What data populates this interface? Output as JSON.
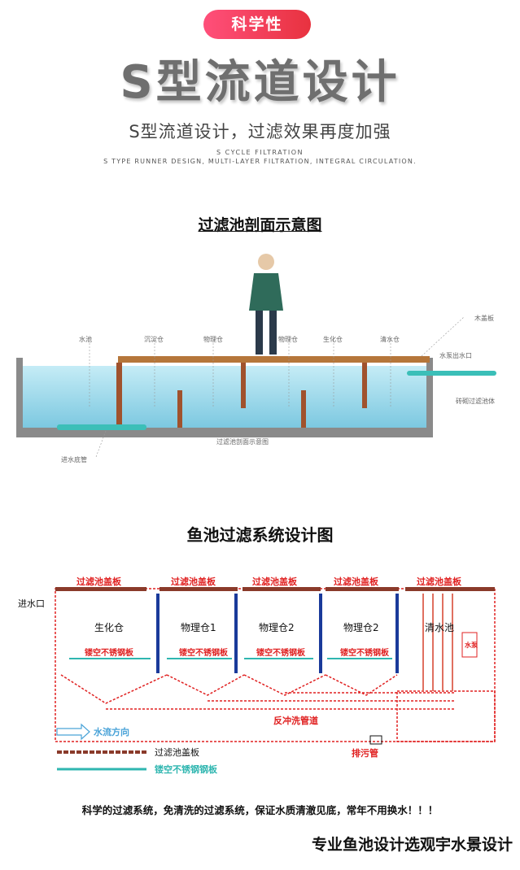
{
  "header": {
    "badge": "科学性",
    "headline": "S型流道设计",
    "subtitle": "S型流道设计，过滤效果再度加强",
    "en_line1": "S CYCLE FILTRATION",
    "en_line2": "S TYPE RUNNER DESIGN, MULTI-LAYER FILTRATION, INTEGRAL CIRCULATION."
  },
  "section1": {
    "title": "过滤池剖面示意图",
    "caption": "过滤池剖面示意图",
    "labels": {
      "pool": "水池",
      "settle": "沉淀仓",
      "phys1": "物理仓",
      "phys2": "物理仓",
      "bio": "生化仓",
      "clear": "清水仓",
      "cover": "木盖板",
      "pump_outlet": "水泵出水口",
      "brick": "砖砌过滤池体",
      "inlet_pipe": "进水底管"
    }
  },
  "section2": {
    "title": "鱼池过滤系统设计图",
    "cover_labels": [
      "过滤池盖板",
      "过滤池盖板",
      "过滤池盖板",
      "过滤池盖板",
      "过滤池盖板"
    ],
    "inlet": "进水口",
    "chambers": [
      "生化仓",
      "物理仓1",
      "物理仓2",
      "物理仓2",
      "清水池"
    ],
    "mesh_labels": [
      "镂空不锈钢板",
      "镂空不锈钢板",
      "镂空不锈钢板",
      "镂空不锈钢板"
    ],
    "pump": "水泵",
    "backwash": "反冲洗管道",
    "drain": "排污管",
    "legend": {
      "flow": "水流方向",
      "cover": "过滤池盖板",
      "mesh": "镂空不锈钢钢板"
    }
  },
  "footer": {
    "line1": "科学的过滤系统，免清洗的过滤系统，保证水质清澈见底，常年不用换水！！！",
    "line2": "专业鱼池设计选观宇水景设计"
  },
  "colors": {
    "badge": "#e8323f",
    "water": "#8fd3e6",
    "wood": "#b5763a",
    "pipe": "#3bbfb8",
    "diagram_red": "#e02020",
    "diagram_blue": "#1a3a9a"
  }
}
